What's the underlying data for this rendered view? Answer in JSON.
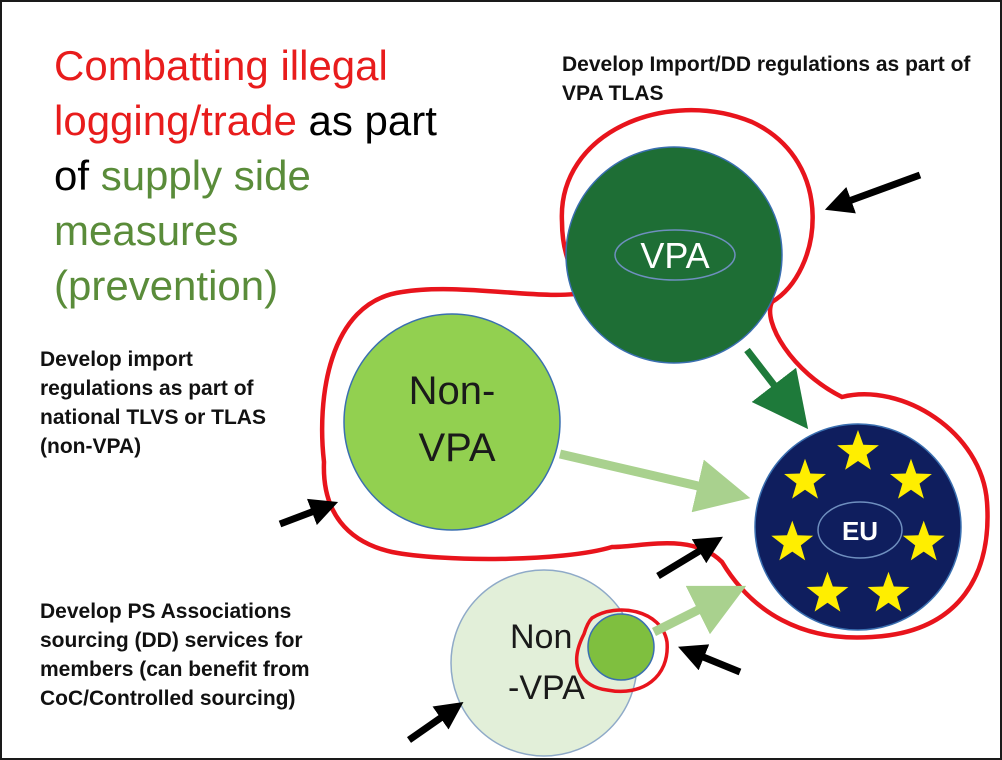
{
  "title": {
    "line1_red": "Combatting illegal",
    "line2_red": "logging/trade",
    "line2_black": " as part",
    "line3_black": "of ",
    "line3_green": "supply side",
    "line4_green": "measures",
    "line5_green": "(prevention)"
  },
  "notes": {
    "vpa": "Develop Import/DD regulations as part of VPA TLAS",
    "non_vpa": "Develop import regulations as part of national TLVS or TLAS (non-VPA)",
    "ps": "Develop PS Associations sourcing (DD) services for members (can benefit from CoC/Controlled sourcing)"
  },
  "circles": {
    "vpa": "VPA",
    "non_vpa_line1": "Non-",
    "non_vpa_line2": "VPA",
    "eu": "EU",
    "ps_line1": "Non",
    "ps_line2": "-VPA"
  },
  "colors": {
    "title_red": "#e81c1c",
    "title_green": "#5a8c3a",
    "outline_red": "#e8141c",
    "vpa_fill": "#1e6e35",
    "non_vpa_fill": "#92d050",
    "ps_fill": "#e2efd9",
    "eu_fill": "#0f1e5e",
    "star_yellow": "#ffee00",
    "arrow_dark_green": "#1e7a3a",
    "arrow_light_green": "#a9d18e"
  }
}
